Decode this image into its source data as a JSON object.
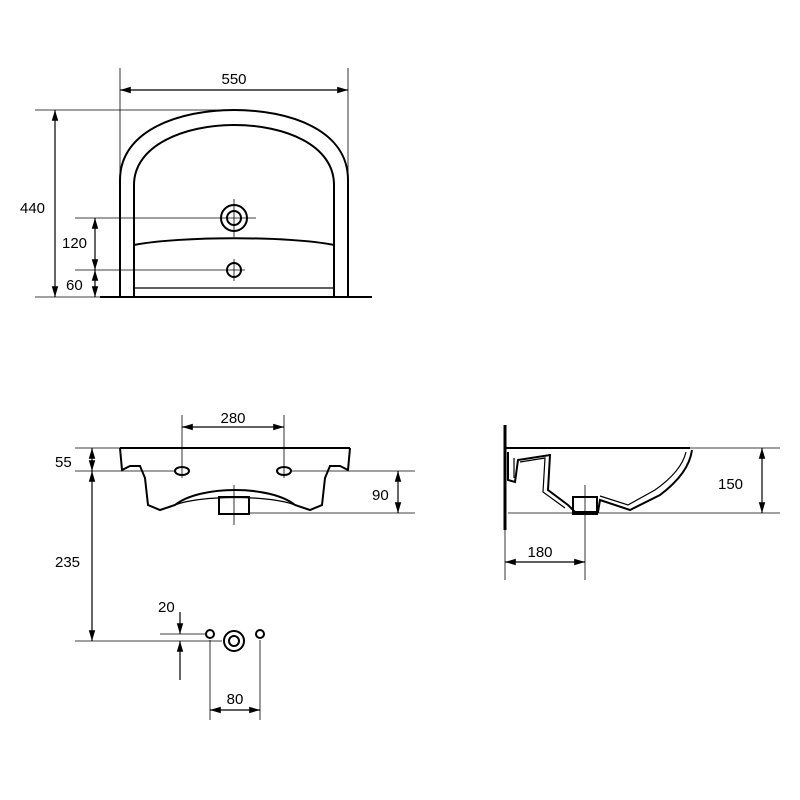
{
  "dimensions": {
    "top_view": {
      "width": "550",
      "depth": "440",
      "tap_height": "120",
      "overflow_height": "60"
    },
    "front_view": {
      "mount_spacing": "280",
      "mount_height": "55",
      "drain_offset": "235",
      "basin_depth": "90",
      "trap_offset": "20",
      "trap_spacing": "80"
    },
    "side_view": {
      "height": "150",
      "drain_distance": "180"
    }
  }
}
